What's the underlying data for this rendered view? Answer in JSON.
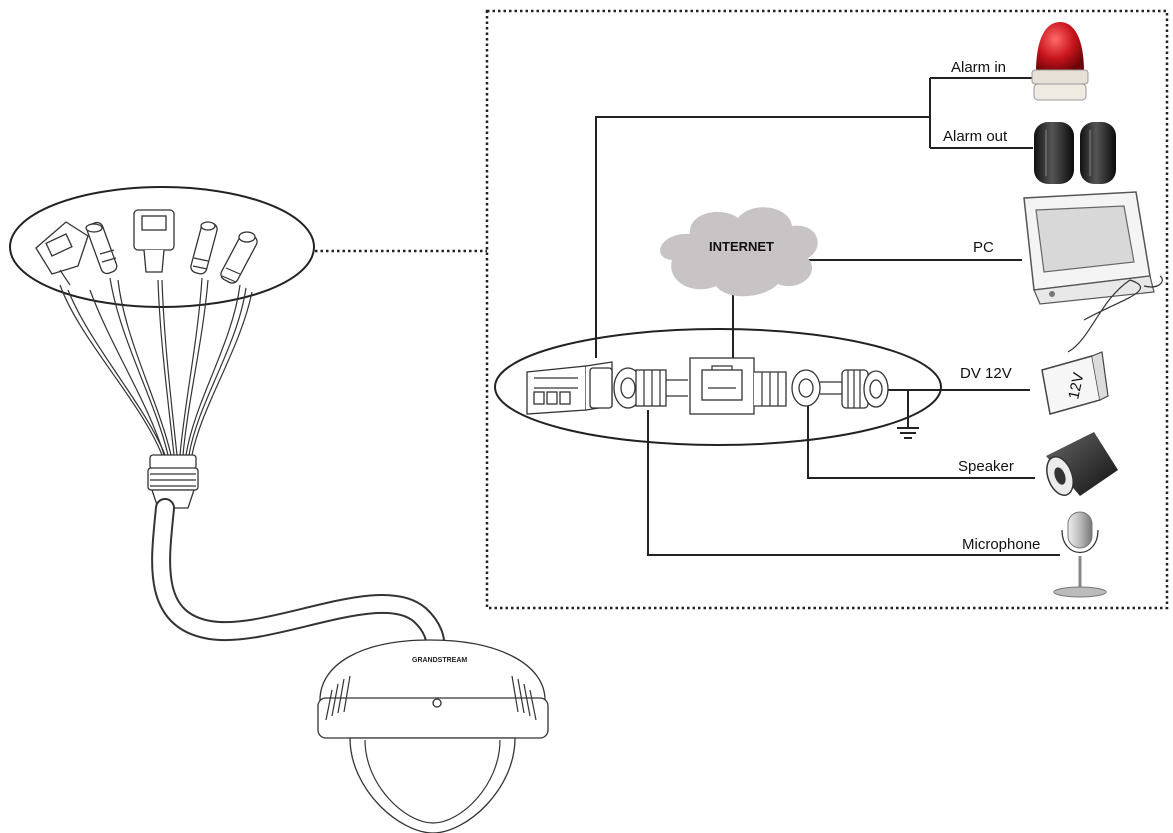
{
  "labels": {
    "alarm_in": "Alarm in",
    "alarm_out": "Alarm out",
    "internet": "INTERNET",
    "pc": "PC",
    "dv12v": "DV 12V",
    "adapter_label": "12V",
    "speaker": "Speaker",
    "microphone": "Microphone",
    "brand": "GRANDSTREAM"
  },
  "icons": {
    "alarm_in": "red-siren-light-icon",
    "alarm_out": "beam-sensor-pair-icon",
    "pc": "crt-monitor-icon",
    "dv12v": "power-adapter-icon",
    "speaker": "horn-speaker-icon",
    "microphone": "microphone-stand-icon",
    "ground": "ground-symbol-icon",
    "camera": "dome-camera-icon"
  },
  "colors": {
    "siren_red": "#c8141c",
    "cloud": "#c8c4c6",
    "line": "#222222"
  }
}
